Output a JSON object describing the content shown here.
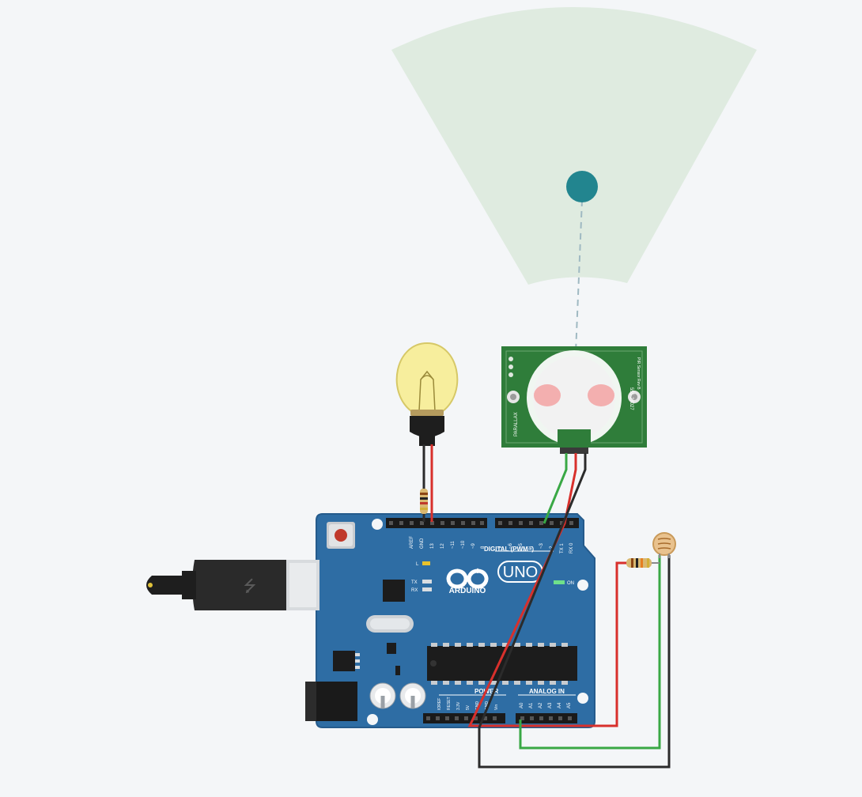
{
  "board": {
    "logo_text": "ARDUINO",
    "model_text": "UNO",
    "digital_label": "DIGITAL (PWM~)",
    "power_label": "POWER",
    "analog_label": "ANALOG IN",
    "aref_label": "AREF",
    "gnd_label": "GND",
    "on_label": "ON",
    "tx_label": "TX",
    "rx_label": "RX",
    "l_label": "L",
    "digital_pins": [
      "13",
      "12",
      "~11",
      "~10",
      "~9",
      "8",
      "7",
      "~6",
      "~5",
      "4",
      "~3",
      "2",
      "TX 1",
      "RX 0"
    ],
    "power_pins": [
      "IOREF",
      "RESET",
      "3.3V",
      "5V",
      "GND",
      "GND",
      "Vin"
    ],
    "analog_pins": [
      "A0",
      "A1",
      "A2",
      "A3",
      "A4",
      "A5"
    ]
  },
  "pir_sensor": {
    "left_label": "PARALLAX",
    "right_label": "555-28027",
    "right_small": "PIR Sensor Rev B"
  },
  "colors": {
    "board": "#2e6da4",
    "pir_pcb": "#2f7d3a",
    "detection_zone": "#dbe9dc",
    "wire_red": "#d8302c",
    "wire_green": "#39a845",
    "wire_black": "#2b2b2b",
    "object_dot": "#22858f"
  }
}
